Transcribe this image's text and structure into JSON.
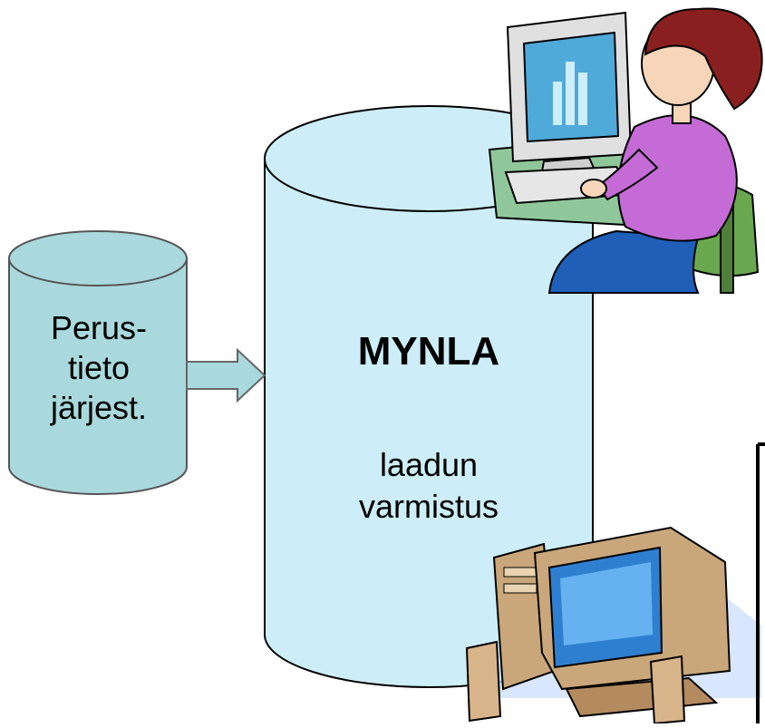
{
  "small_db": {
    "lines": [
      "Perus-",
      "tieto",
      "järjest."
    ]
  },
  "big_db": {
    "title": "MYNLA",
    "subtitle_lines": [
      "laadun",
      "varmistus"
    ]
  },
  "colors": {
    "small_db_fill": "#a9d9dc",
    "big_db_fill": "#cdeef8",
    "arrow_fill": "#a9d9dc",
    "outline": "#000000"
  }
}
